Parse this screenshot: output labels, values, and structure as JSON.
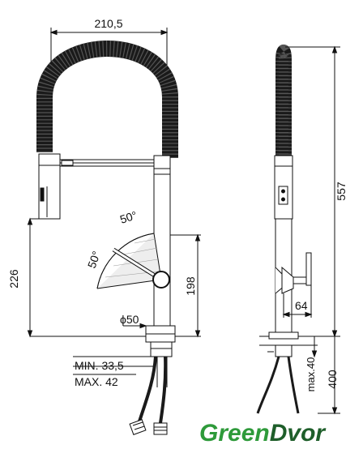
{
  "dimensions": {
    "width_top": "210,5",
    "height_total": "557",
    "height_left": "226",
    "height_spout": "198",
    "angle_upper": "50°",
    "angle_lower": "50°",
    "diameter": "ϕ50",
    "min_label": "MIN. 33,5",
    "max_label": "MAX. 42",
    "reach_side": "64",
    "max_deck": "max.40",
    "hose_length": "400"
  },
  "logo": {
    "part1": "Green",
    "part2": "Dvor",
    "color_green": "#2e9a3a",
    "color_dark": "#1e5e2a"
  },
  "colors": {
    "line": "#111111",
    "hose": "#1a1a1a"
  }
}
